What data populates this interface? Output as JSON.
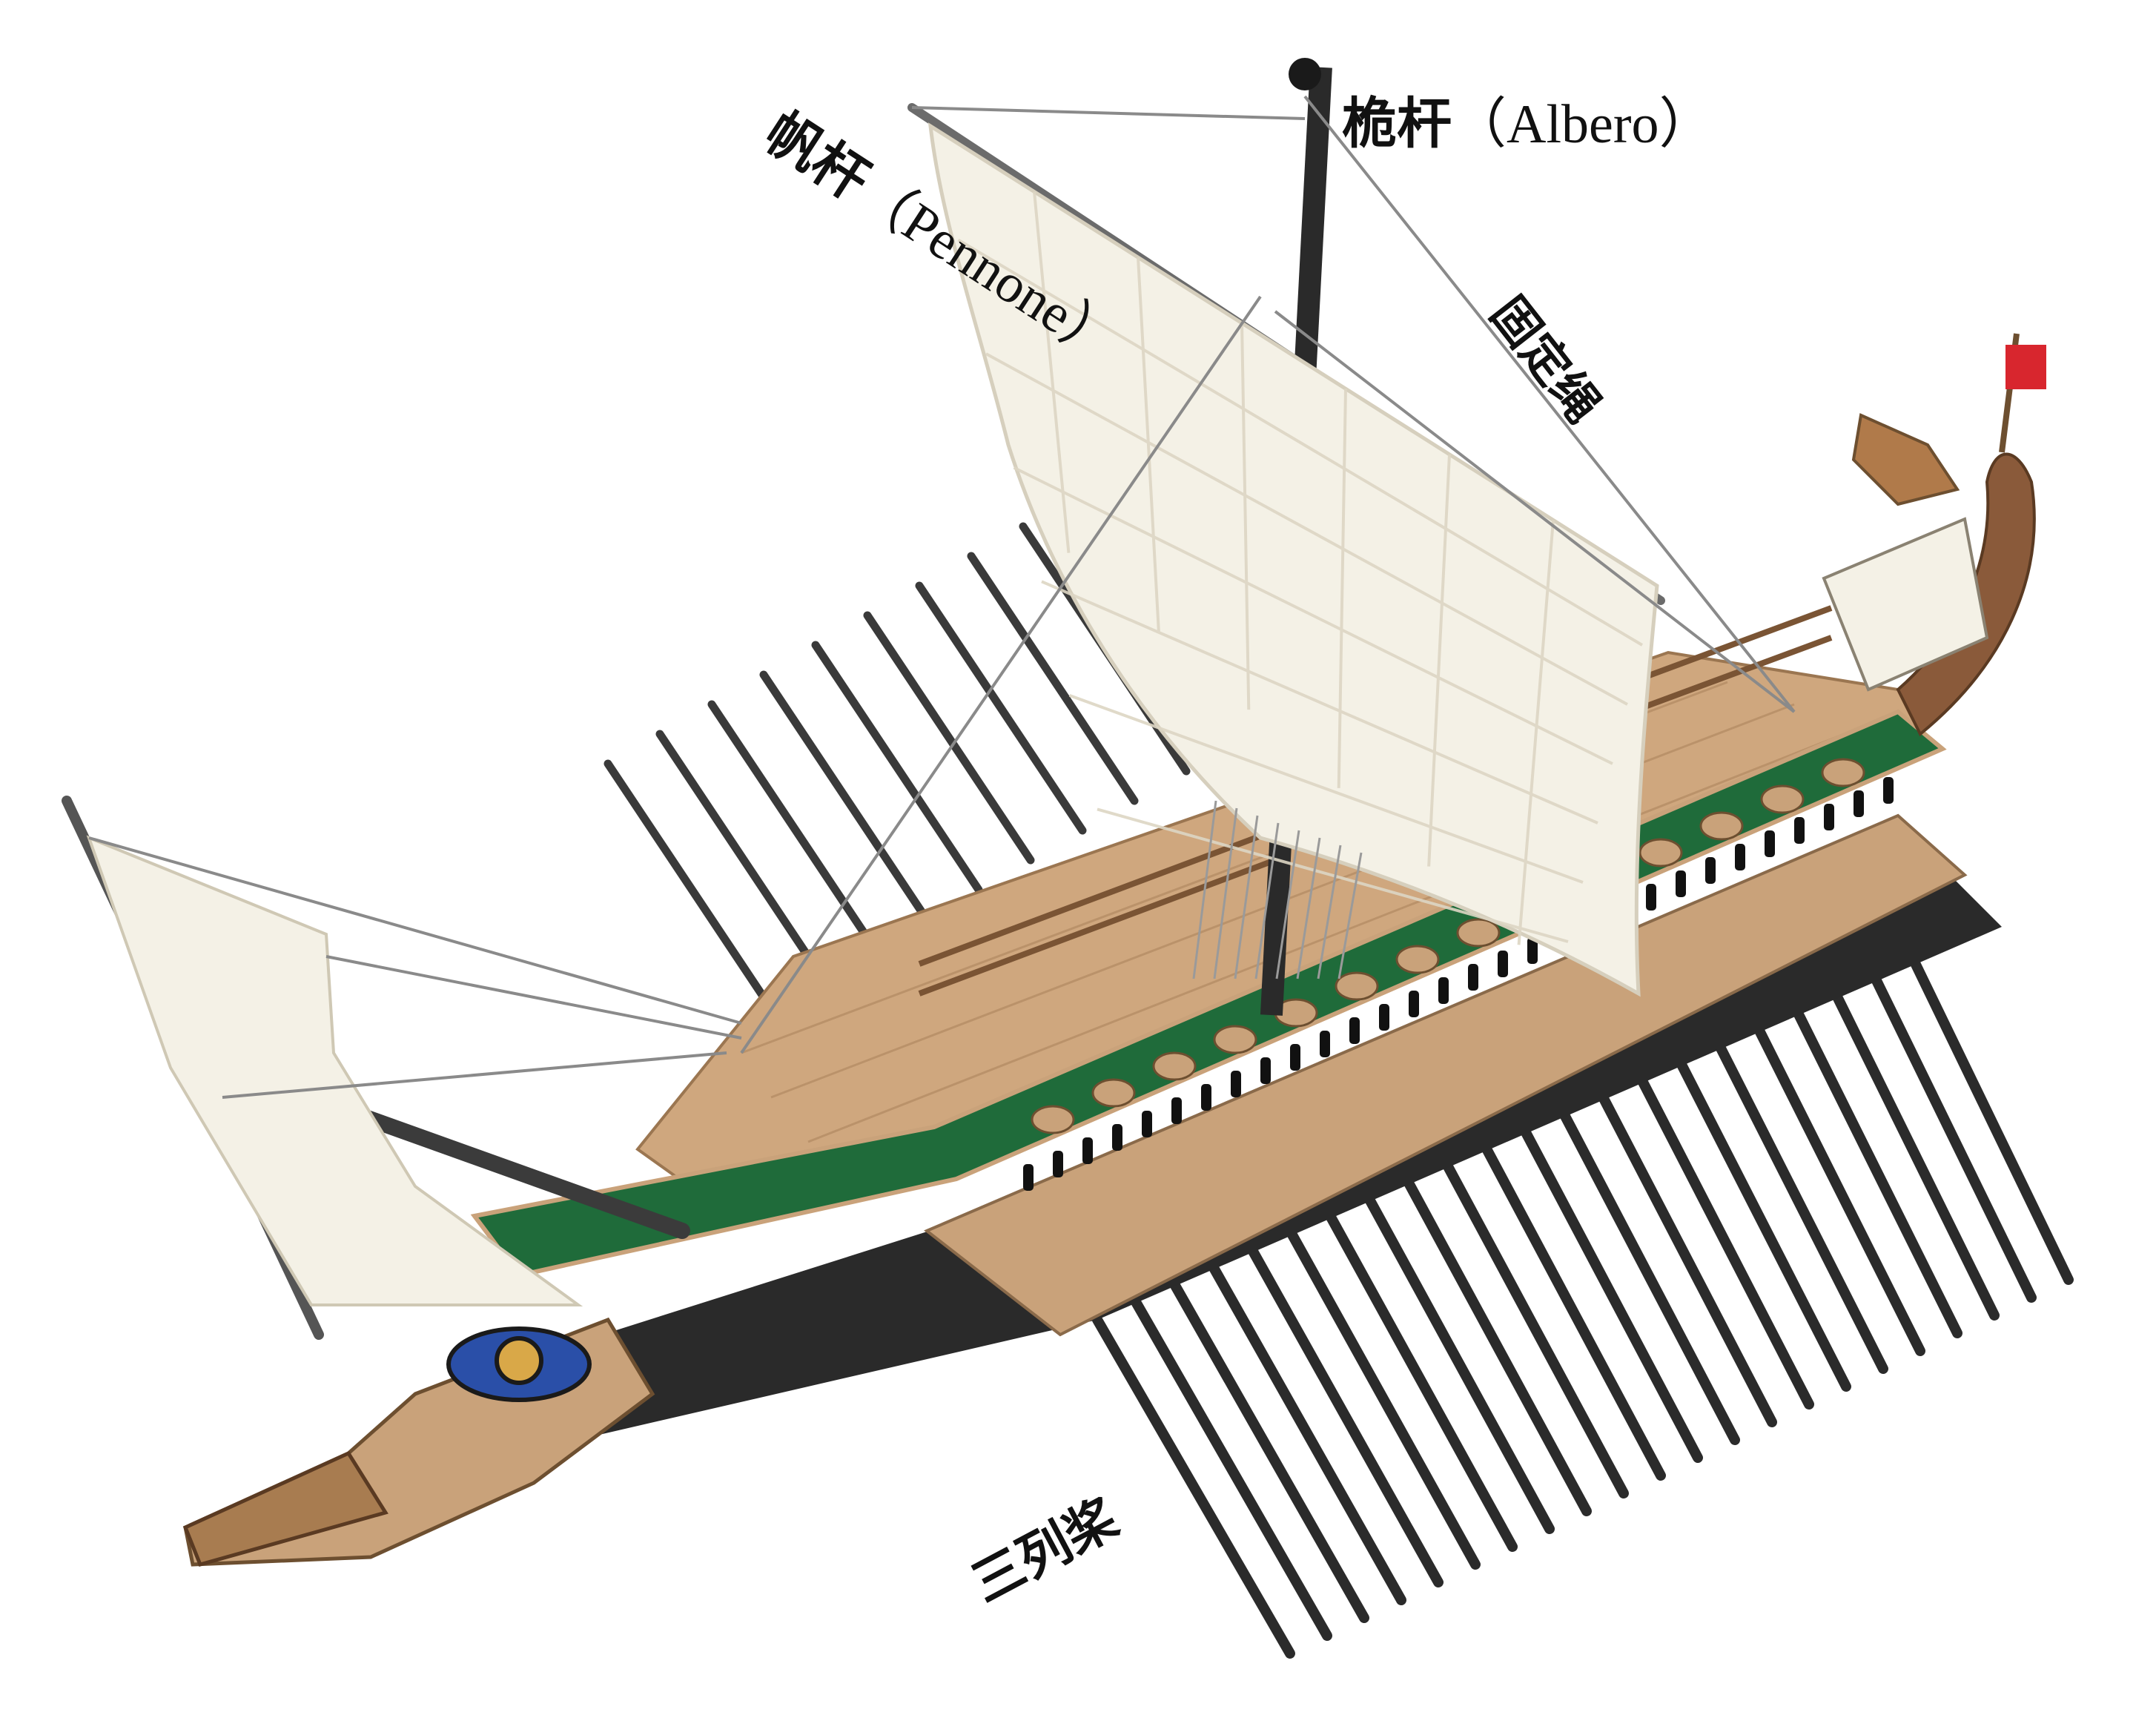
{
  "labels": {
    "mast": {
      "cjk": "桅杆",
      "latin": "（Albero）"
    },
    "yard": {
      "cjk": "帆杆",
      "latin": "（Pennone）"
    },
    "stay": {
      "cjk": "固定绳"
    },
    "oars": {
      "cjk": "三列桨"
    }
  },
  "colors": {
    "background": "#ffffff",
    "deck": "#c9a27a",
    "hull_dark": "#2a2a2a",
    "hull_green": "#1f6b3a",
    "sail": "#f4f1e6",
    "oar": "#2b2b2b",
    "eye_blue": "#2a4fa8",
    "flag_red": "#d8262e",
    "text": "#111111"
  }
}
